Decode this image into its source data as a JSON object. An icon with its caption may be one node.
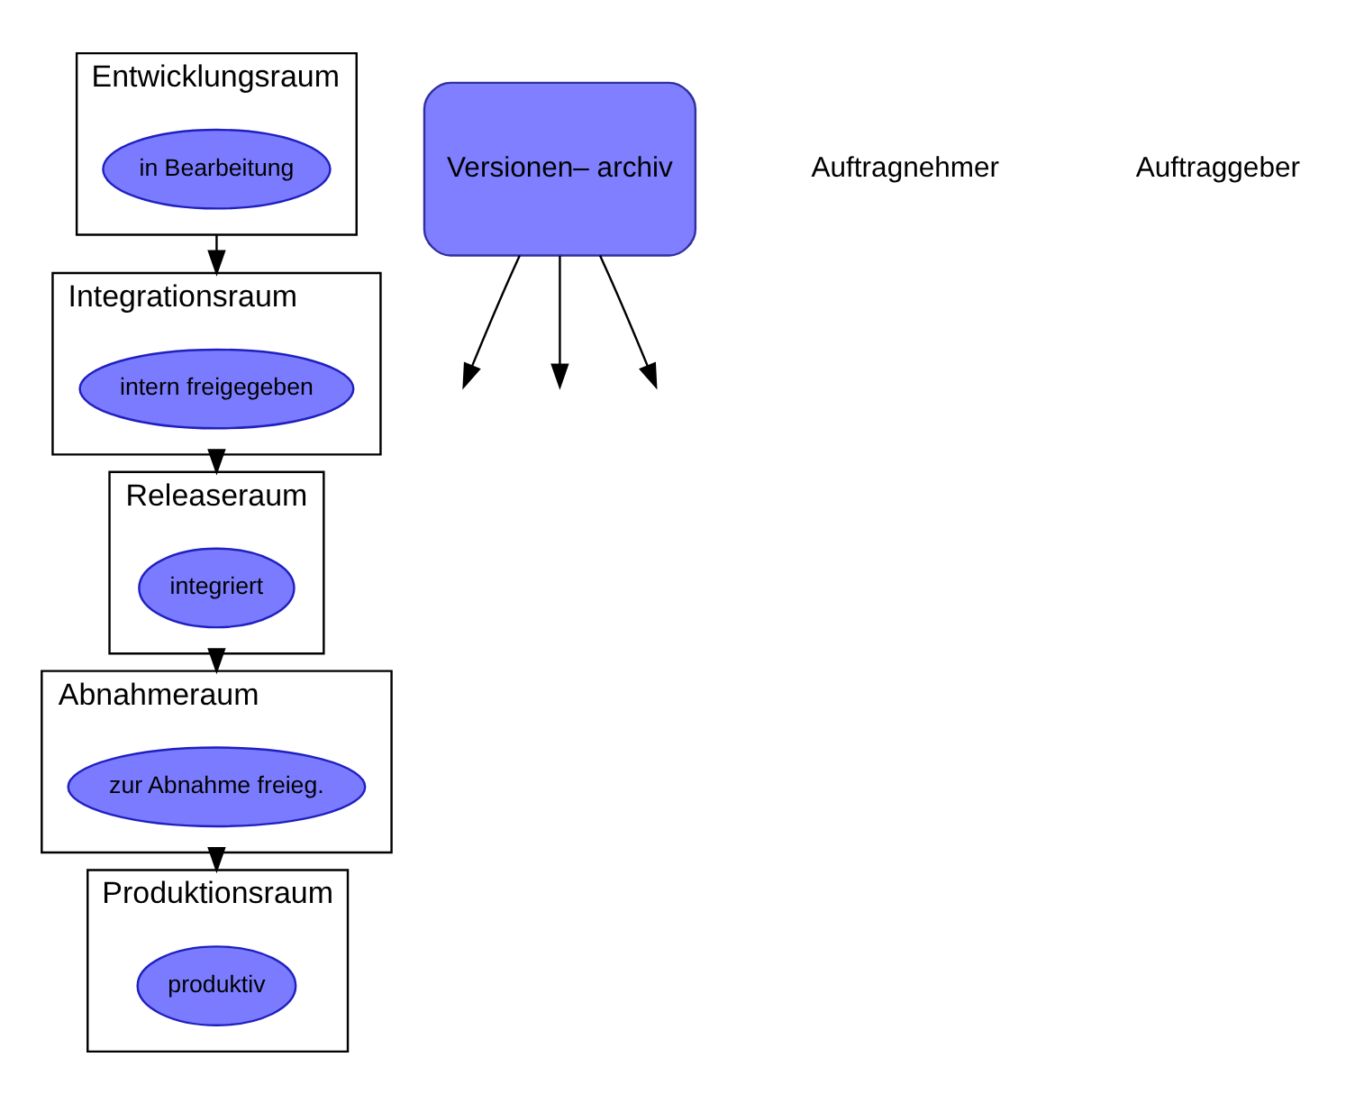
{
  "diagram": {
    "nodes": [
      {
        "text": [
          "Entwicklungsraum"
        ]
      },
      {
        "text": [
          "in Bearbeitung"
        ],
        "in": 0
      },
      {
        "text": [
          "Integrationsraum"
        ]
      },
      {
        "text": [
          "intern freigegeben"
        ],
        "in": 2
      },
      {
        "text": [
          "Releaseraum"
        ]
      },
      {
        "text": [
          "integriert"
        ],
        "in": 4
      },
      {
        "text": [
          "Abnahmeraum"
        ]
      },
      {
        "text": [
          "zur Abnahme freieg."
        ],
        "in": 6
      },
      {
        "text": [
          "Produktionsraum"
        ]
      },
      {
        "text": [
          "produktiv"
        ],
        "in": 8
      },
      {
        "text": [
          "Versionen– archiv"
        ]
      }
    ],
    "edges": [
      {
        "from": 0,
        "to": 2,
        "arrow": "to"
      },
      {
        "from": 2,
        "to": 4,
        "arrow": "to"
      },
      {
        "from": 4,
        "to": 6,
        "arrow": "to"
      },
      {
        "from": 6,
        "to": 8,
        "arrow": "to"
      },
      {
        "from": 10,
        "to": null,
        "arrow": "to"
      },
      {
        "from": 10,
        "to": null,
        "arrow": "to"
      },
      {
        "from": 10,
        "to": null,
        "arrow": "to"
      }
    ],
    "labels": [
      "Auftragnehmer",
      "Auftraggeber"
    ]
  }
}
